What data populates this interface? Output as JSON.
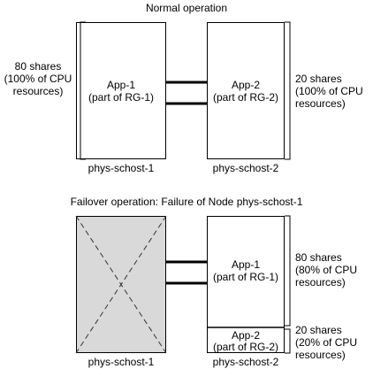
{
  "normal": {
    "title": "Normal operation",
    "node1": {
      "app_name": "App-1",
      "app_group": "(part of RG-1)",
      "label": "phys-schost-1",
      "shares": "80 shares",
      "cpu_pct": "(100% of CPU",
      "resources": "resources)"
    },
    "node2": {
      "app_name": "App-2",
      "app_group": "(part of RG-2)",
      "label": "phys-schost-2",
      "shares": "20 shares",
      "cpu_pct": "(100% of CPU",
      "resources": "resources)"
    }
  },
  "failover": {
    "title": "Failover operation: Failure of Node phys-schost-1",
    "node1": {
      "label": "phys-schost-1"
    },
    "node2": {
      "label": "phys-schost-2",
      "app1": {
        "app_name": "App-1",
        "app_group": "(part of RG-1)",
        "shares": "80 shares",
        "cpu_pct": "(80% of CPU",
        "resources": "resources)"
      },
      "app2": {
        "app_name": "App-2",
        "app_group": "(part of RG-2)",
        "shares": "20 shares",
        "cpu_pct": "(20% of CPU",
        "resources": "resources)"
      }
    }
  },
  "colors": {
    "failed_node_fill": "#d9d9d9",
    "line": "#000000"
  }
}
